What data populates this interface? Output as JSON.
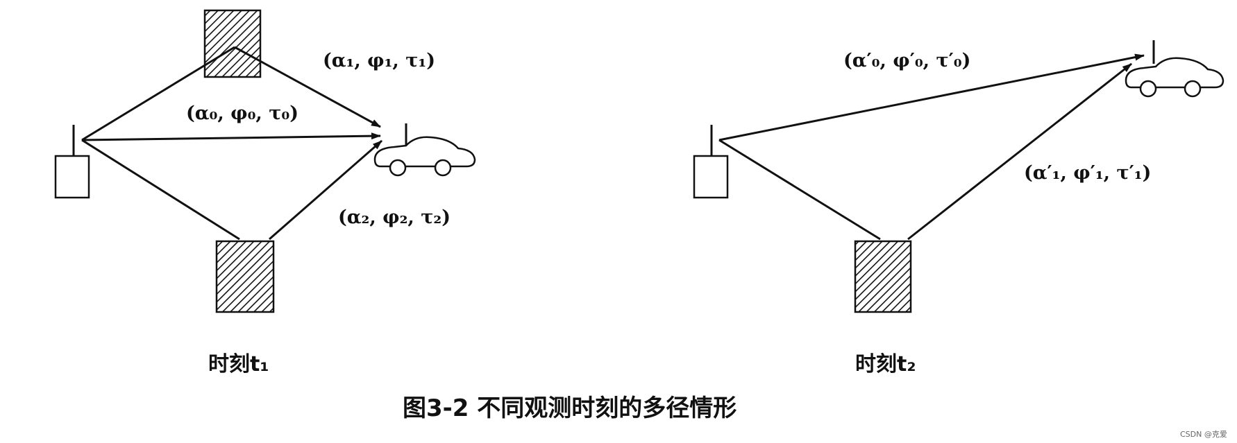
{
  "panels": [
    {
      "time_label": "时刻t₁",
      "paths": [
        {
          "label": "(α₁, φ₁, τ₁)"
        },
        {
          "label": "(α₀, φ₀, τ₀)"
        },
        {
          "label": "(α₂, φ₂, τ₂)"
        }
      ]
    },
    {
      "time_label": "时刻t₂",
      "paths": [
        {
          "label": "(α′₀, φ′₀, τ′₀)"
        },
        {
          "label": "(α′₁, φ′₁, τ′₁)"
        }
      ]
    }
  ],
  "caption": "图3-2   不同观测时刻的多径情形",
  "watermark": "CSDN @克爱"
}
